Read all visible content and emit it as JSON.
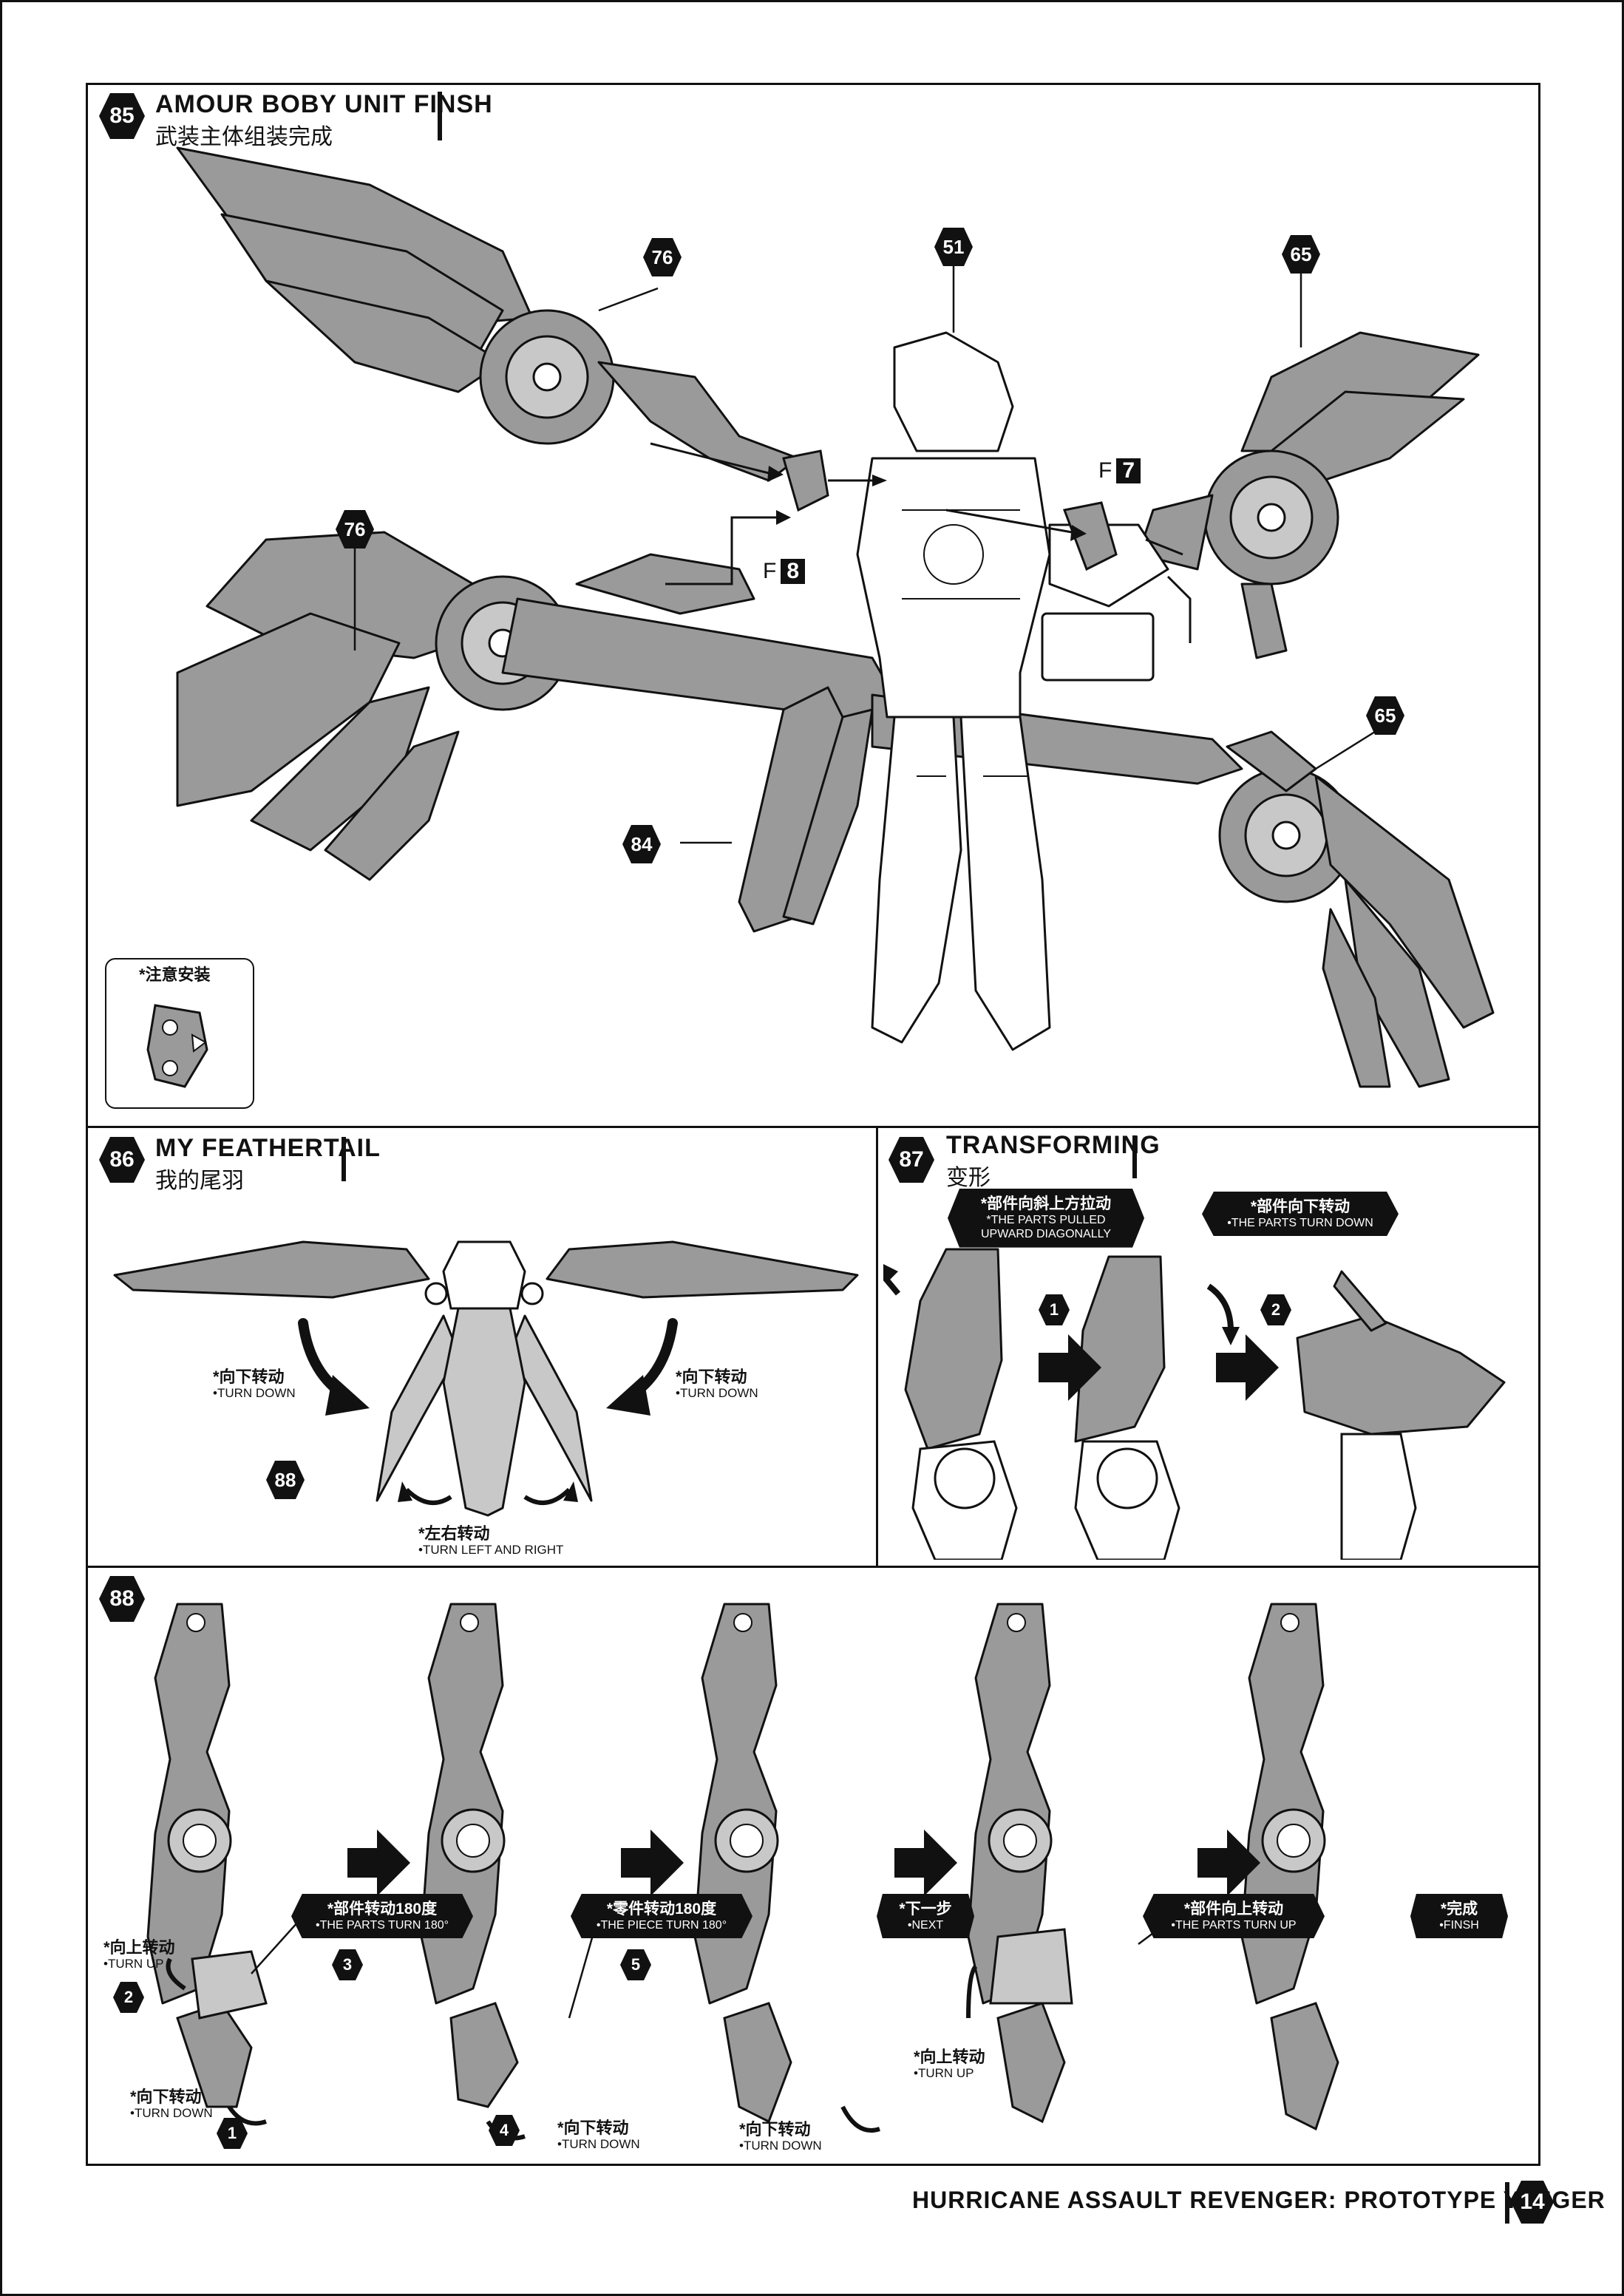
{
  "steps": {
    "s85": {
      "num": "85",
      "title_en": "AMOUR BOBY UNIT FINSH",
      "title_zh": "武装主体组装完成",
      "parts": {
        "p51": "51",
        "p76a": "76",
        "p76b": "76",
        "p65a": "65",
        "p65b": "65",
        "p84": "84"
      },
      "f8_letter": "F",
      "f8_num": "8",
      "f7_letter": "F",
      "f7_num": "7",
      "note": "*注意安装"
    },
    "s86": {
      "num": "86",
      "title_en": "MY FEATHERTAIL",
      "title_zh": "我的尾羽",
      "left_zh": "*向下转动",
      "left_en": "•TURN DOWN",
      "right_zh": "*向下转动",
      "right_en": "•TURN DOWN",
      "center_zh": "*左右转动",
      "center_en": "•TURN LEFT AND RIGHT",
      "ref": "88"
    },
    "s87": {
      "num": "87",
      "title_en": "TRANSFORMING",
      "title_zh": "变形",
      "c1_zh": "*部件向斜上方拉动",
      "c1_en": "*THE PARTS PULLED UPWARD DIAGONALLY",
      "c1_step": "1",
      "c2_zh": "*部件向下转动",
      "c2_en": "•THE PARTS TURN DOWN",
      "c2_step": "2"
    },
    "s88": {
      "num": "88",
      "a_zh": "*向上转动",
      "a_en": "•TURN UP",
      "a_step": "2",
      "b_zh": "*向下转动",
      "b_en": "•TURN DOWN",
      "b_step": "1",
      "c_zh": "*部件转动180度",
      "c_en": "•THE PARTS TURN 180°",
      "c_step": "3",
      "d_zh": "*向下转动",
      "d_en": "•TURN DOWN",
      "d_step": "4",
      "e_zh": "*零件转动180度",
      "e_en": "•THE PIECE TURN 180°",
      "e_step": "5",
      "f_zh": "*向下转动",
      "f_en": "•TURN DOWN",
      "g_zh": "*下一步",
      "g_en": "•NEXT",
      "h_zh": "*向上转动",
      "h_en": "•TURN UP",
      "i_zh": "*部件向上转动",
      "i_en": "•THE PARTS TURN UP",
      "j_zh": "*完成",
      "j_en": "•FINSH"
    }
  },
  "footer": {
    "title": "HURRICANE ASSAULT REVENGER: PROTOTYPE YAEGER",
    "page": "14"
  },
  "colors": {
    "ink": "#111111",
    "part_gray": "#9a9a9a",
    "part_light": "#c8c8c8",
    "paper": "#ffffff"
  }
}
